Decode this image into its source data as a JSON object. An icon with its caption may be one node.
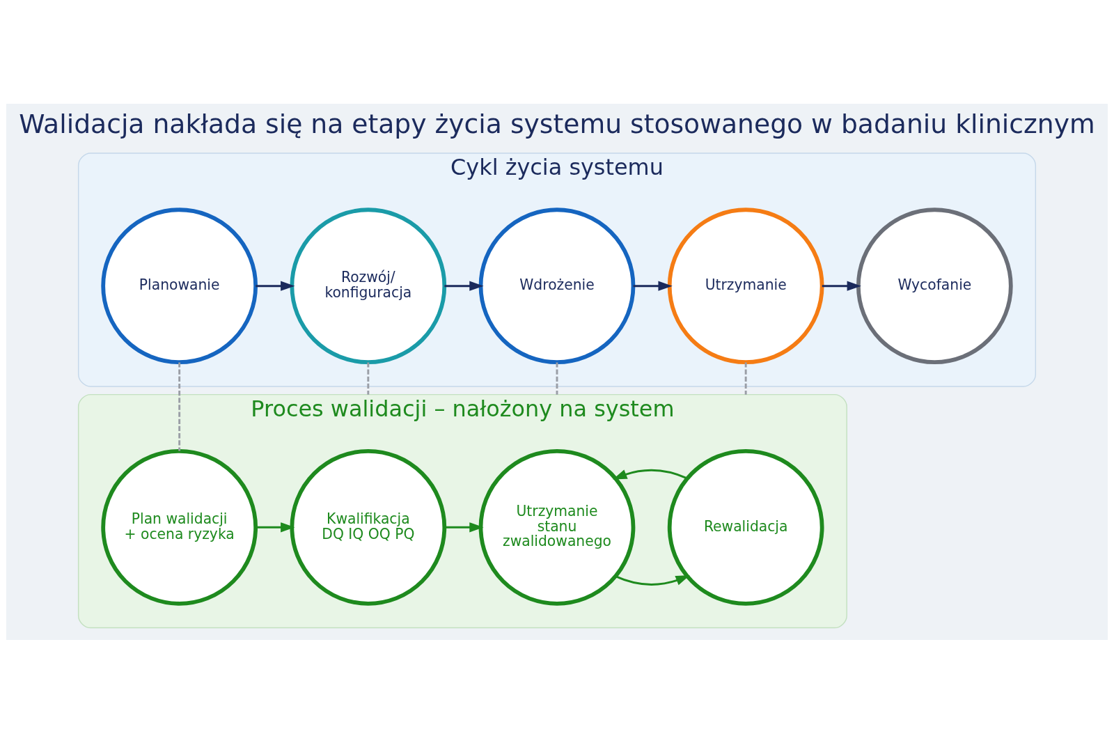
{
  "diagram": {
    "title": "Walidacja nakłada się na etapy życia systemu stosowanego w badaniu klinicznym",
    "nodes": [
      {
        "text": [
          "Cykl życia systemu"
        ]
      },
      {
        "text": [
          "Planowanie"
        ],
        "in": 0
      },
      {
        "text": [
          "Rozwój/ konfiguracja"
        ],
        "in": 0
      },
      {
        "text": [
          "Wdrożenie"
        ],
        "in": 0
      },
      {
        "text": [
          "Utrzymanie"
        ],
        "in": 0
      },
      {
        "text": [
          "Wycofanie"
        ],
        "in": 0
      },
      {
        "text": [
          "Proces walidacji – nałożony na system"
        ]
      },
      {
        "text": [
          "Plan walidacji + ocena ryzyka"
        ],
        "in": 6
      },
      {
        "text": [
          "Kwalifikacja DQ IQ OQ PQ"
        ],
        "in": 6
      },
      {
        "text": [
          "Utrzymanie stanu zwalidowanego"
        ],
        "in": 6
      },
      {
        "text": [
          "Rewalidacja"
        ],
        "in": 6
      }
    ],
    "edges": [
      {
        "from": 1,
        "to": 2,
        "arrow": "to",
        "color": "#1b2a5c"
      },
      {
        "from": 2,
        "to": 3,
        "arrow": "to",
        "color": "#1b2a5c"
      },
      {
        "from": 3,
        "to": 4,
        "arrow": "to",
        "color": "#1b2a5c"
      },
      {
        "from": 4,
        "to": 5,
        "arrow": "to",
        "color": "#1b2a5c"
      },
      {
        "from": 1,
        "to": 7,
        "arrow": "none",
        "style": "dashed",
        "color": "#9a9ea6"
      },
      {
        "from": 2,
        "to": 6,
        "arrow": "none",
        "style": "dashed",
        "color": "#9a9ea6"
      },
      {
        "from": 3,
        "to": 6,
        "arrow": "none",
        "style": "dashed",
        "color": "#9a9ea6"
      },
      {
        "from": 4,
        "to": 6,
        "arrow": "none",
        "style": "dashed",
        "color": "#9a9ea6"
      },
      {
        "from": 7,
        "to": 8,
        "arrow": "to",
        "color": "#1e8a1e"
      },
      {
        "from": 8,
        "to": 9,
        "arrow": "to",
        "color": "#1e8a1e"
      },
      {
        "from": 9,
        "to": 10,
        "arrow": "to",
        "color": "#1e8a1e"
      },
      {
        "from": 10,
        "to": 9,
        "arrow": "to",
        "color": "#1e8a1e"
      }
    ]
  }
}
